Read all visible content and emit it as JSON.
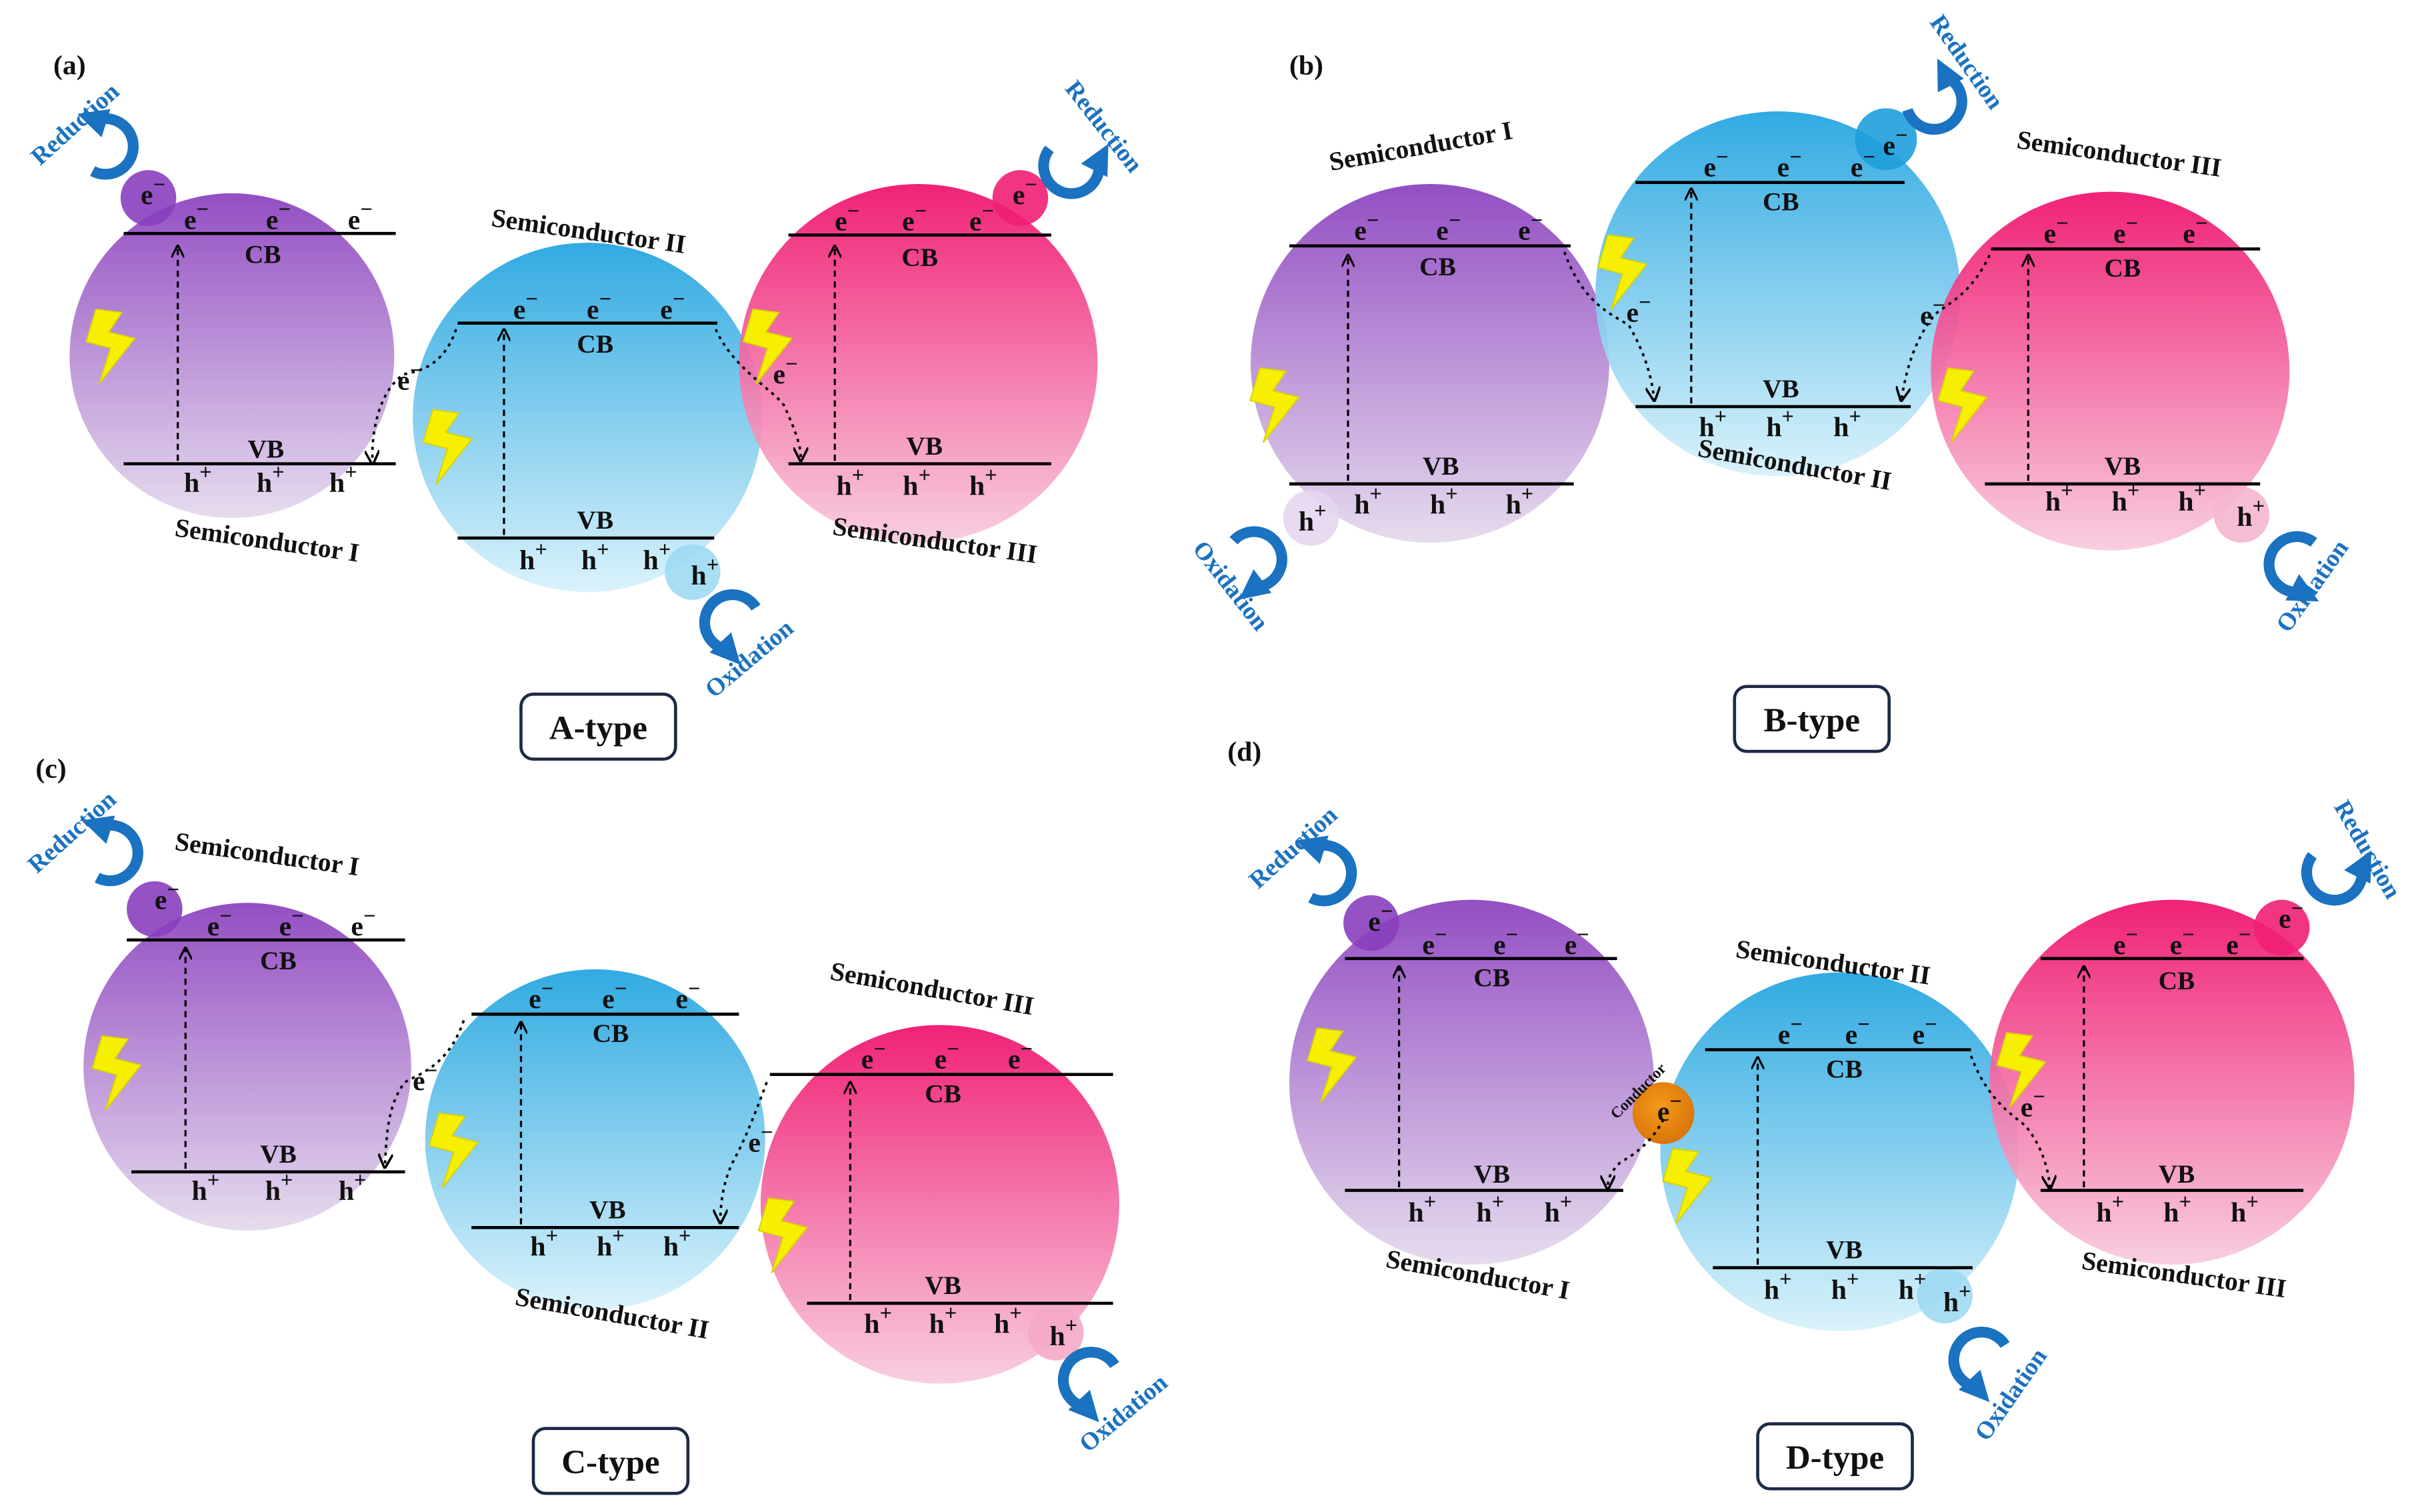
{
  "common": {
    "cb": "CB",
    "vb": "VB",
    "electron": "e",
    "electron_sup": "−",
    "hole": "h",
    "hole_sup": "+",
    "reduction": "Reduction",
    "oxidation": "Oxidation",
    "conductor": "Conductor",
    "semiconductor_1": "Semiconductor I",
    "semiconductor_2": "Semiconductor II",
    "semiconductor_3": "Semiconductor III"
  },
  "colors": {
    "purple_top": "#8a3fbe",
    "purple_bottom": "#e2d6ea",
    "blue_top": "#1fa3df",
    "blue_bottom": "#d4f0fb",
    "pink_top": "#ef0f6b",
    "pink_bottom": "#f8c8dc",
    "arrow_blue": "#1a72c0",
    "lightning": "#f6f000",
    "conductor": "#e88a12"
  },
  "panels": [
    {
      "id": "a",
      "label": "(a)",
      "type_label": "A-type"
    },
    {
      "id": "b",
      "label": "(b)",
      "type_label": "B-type"
    },
    {
      "id": "c",
      "label": "(c)",
      "type_label": "C-type"
    },
    {
      "id": "d",
      "label": "(d)",
      "type_label": "D-type"
    }
  ]
}
